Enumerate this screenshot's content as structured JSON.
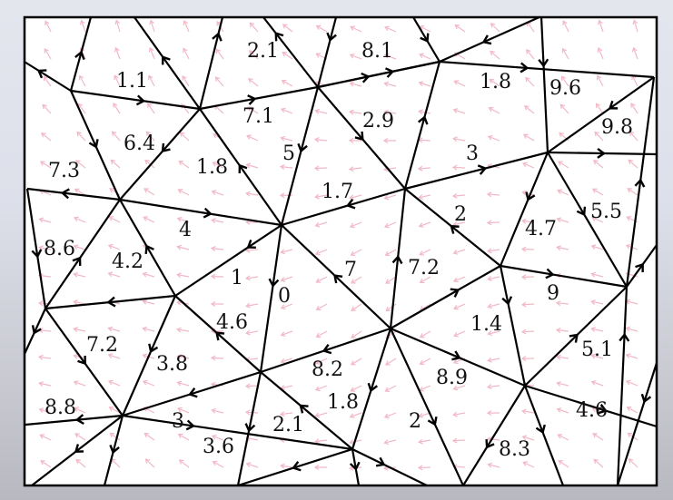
{
  "colors": {
    "edge": "#000000",
    "field_arrow": "#f2b8c6",
    "frame": "#000000",
    "panel": "#ffffff"
  },
  "labels": [
    "1.1",
    "2.1",
    "8.1",
    "1.8",
    "9.6",
    "7.1",
    "2.9",
    "9.8",
    "6.4",
    "5",
    "1.8",
    "3",
    "7.3",
    "1.7",
    "2",
    "4.7",
    "5.5",
    "4",
    "8.6",
    "4.2",
    "7.2",
    "1",
    "7",
    "0",
    "9",
    "4.6",
    "1.4",
    "7.2",
    "5.1",
    "3.8",
    "8.2",
    "8.9",
    "1.8",
    "8.8",
    "3",
    "2.1",
    "2",
    "4.6",
    "3.6",
    "8.3"
  ]
}
